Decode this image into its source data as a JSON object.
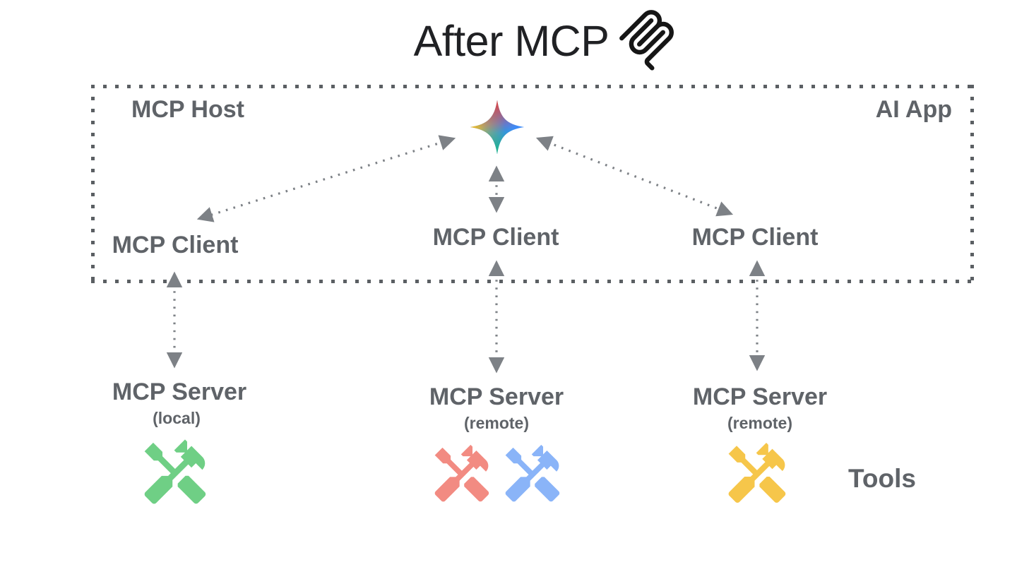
{
  "title": {
    "text": "After MCP"
  },
  "host_box": {
    "host_label": "MCP Host",
    "app_label": "AI App"
  },
  "clients": [
    {
      "label": "MCP Client"
    },
    {
      "label": "MCP Client"
    },
    {
      "label": "MCP Client"
    }
  ],
  "servers": [
    {
      "label": "MCP Server",
      "sublabel": "(local)",
      "tools": [
        {
          "icon": "handyman-icon",
          "color": "#6FCF85"
        }
      ]
    },
    {
      "label": "MCP Server",
      "sublabel": "(remote)",
      "tools": [
        {
          "icon": "handyman-icon",
          "color": "#F28B82"
        },
        {
          "icon": "handyman-icon",
          "color": "#8AB4F8"
        }
      ]
    },
    {
      "label": "MCP Server",
      "sublabel": "(remote)",
      "tools": [
        {
          "icon": "handyman-icon",
          "color": "#F6C64A"
        }
      ]
    }
  ],
  "tools_label": "Tools",
  "icons": {
    "gemini_star": {
      "red": "#E94235",
      "yellow": "#F9BC15",
      "green": "#1EB980",
      "base_blue": "#3E8BF7"
    },
    "mcp_logo_color": "#161616"
  },
  "colors": {
    "title_black": "#202124",
    "label_gray": "#5f6368",
    "arrow_gray": "#7d8186",
    "box_dash_gray": "#5b5f63",
    "background": "#ffffff"
  }
}
